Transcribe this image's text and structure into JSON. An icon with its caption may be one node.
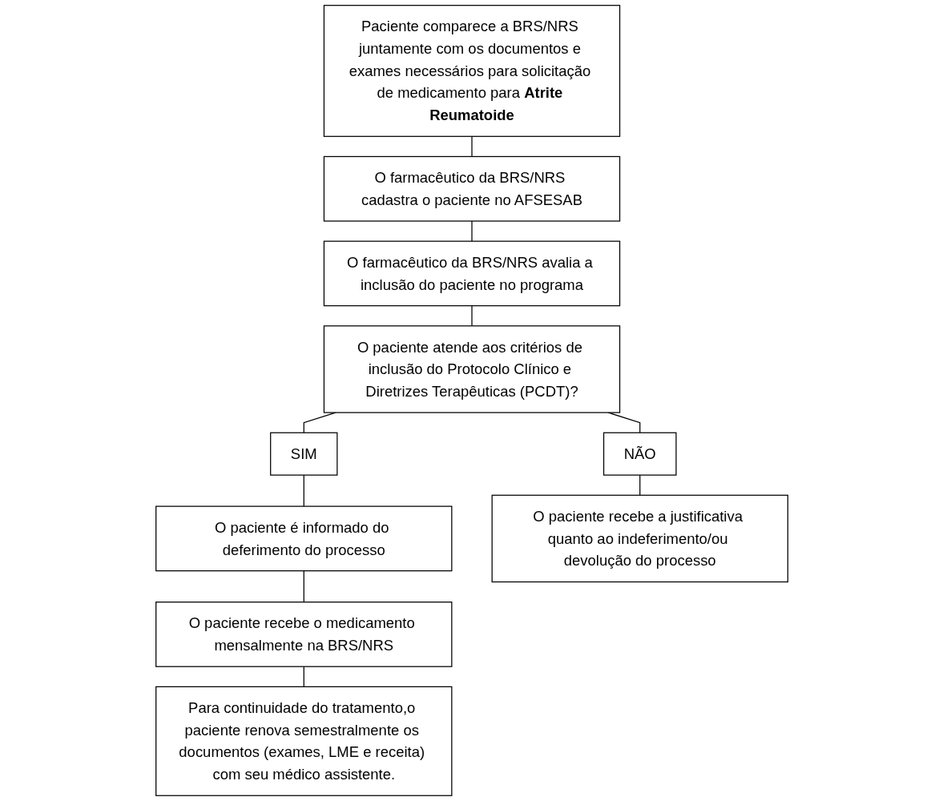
{
  "diagram": {
    "nodes": [
      {
        "text": [
          "Paciente comparece a BRS/NRS juntamente com os documentos e exames necessários para solicitação de medicamento para **Atrite Reumatoide**"
        ]
      },
      {
        "text": [
          "O farmacêutico da BRS/NRS cadastra o paciente no AFSESAB"
        ]
      },
      {
        "text": [
          "O farmacêutico da BRS/NRS avalia a inclusão do paciente no programa"
        ]
      },
      {
        "text": [
          "O paciente atende aos critérios de inclusão do Protocolo Clínico e Diretrizes Terapêuticas (PCDT)?"
        ]
      },
      {
        "text": [
          "SIM"
        ]
      },
      {
        "text": [
          "NÃO"
        ]
      },
      {
        "text": [
          "O paciente é informado do deferimento do processo"
        ]
      },
      {
        "text": [
          "O paciente recebe a justificativa quanto ao indeferimento/ou devolução do processo"
        ]
      },
      {
        "text": [
          "O paciente recebe o medicamento mensalmente na BRS/NRS"
        ]
      },
      {
        "text": [
          "Para continuidade do tratamento,o paciente renova semestralmente os documentos (exames, LME e receita) com seu médico assistente."
        ]
      }
    ],
    "edges": [
      {
        "from": 0,
        "to": 1,
        "arrow": "none"
      },
      {
        "from": 1,
        "to": 2,
        "arrow": "none"
      },
      {
        "from": 2,
        "to": 3,
        "arrow": "none"
      },
      {
        "from": 3,
        "to": 4,
        "arrow": "none"
      },
      {
        "from": 3,
        "to": 5,
        "arrow": "none"
      },
      {
        "from": 4,
        "to": 6,
        "arrow": "none"
      },
      {
        "from": 5,
        "to": 7,
        "arrow": "none"
      },
      {
        "from": 6,
        "to": 8,
        "arrow": "none"
      },
      {
        "from": 8,
        "to": 9,
        "arrow": "none"
      }
    ]
  }
}
